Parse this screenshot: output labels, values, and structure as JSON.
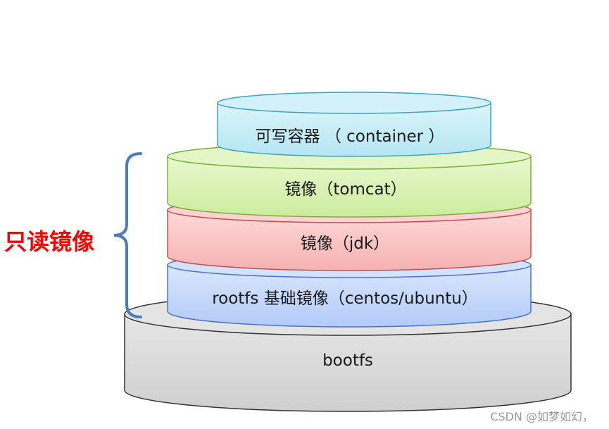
{
  "layers": {
    "container": "可写容器 （ container ）",
    "tomcat": "镜像（tomcat）",
    "jdk": "镜像（jdk）",
    "rootfs": "rootfs 基础镜像（centos/ubuntu）",
    "bootfs": "bootfs"
  },
  "readonly_label": "只读镜像",
  "watermark": "CSDN @如梦如幻，",
  "colors": {
    "container": "#c9eef7",
    "tomcat": "#d8f2b4",
    "jdk": "#fbc7c7",
    "rootfs": "#c3d6fb",
    "bootfs": "#dedede",
    "readonly_label": "#ff0000",
    "bracket": "#4a7ebb"
  }
}
